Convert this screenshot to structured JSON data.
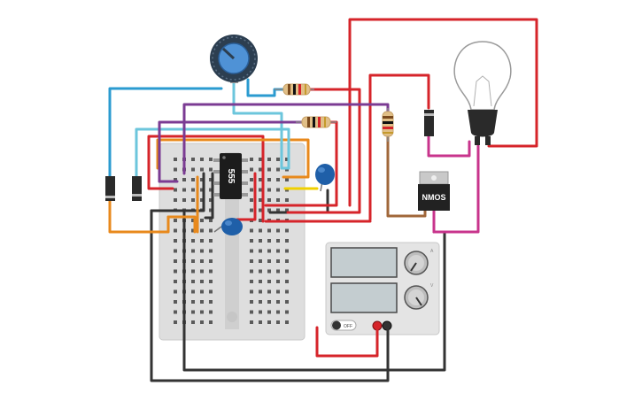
{
  "components": {
    "ic": {
      "name": "555"
    },
    "mosfet": {
      "name": "NMOS"
    },
    "power_supply": {
      "channel_1": {
        "display": "",
        "label": "A"
      },
      "channel_2": {
        "display": "",
        "label": "V"
      },
      "off_label": "OFF"
    },
    "potentiometer": {
      "name": ""
    },
    "bulb": {
      "name": ""
    }
  },
  "colors": {
    "wire_red": "#d6242a",
    "wire_black": "#333333",
    "wire_orange": "#e8891c",
    "wire_blue": "#2b9bd0",
    "wire_lightblue": "#6cc6dc",
    "wire_purple": "#7b3b93",
    "wire_magenta": "#c8348c",
    "wire_brown": "#a0673a",
    "wire_yellow": "#f0d000",
    "breadboard": "#dcdcdc",
    "capacitor": "#1f5fa8"
  }
}
